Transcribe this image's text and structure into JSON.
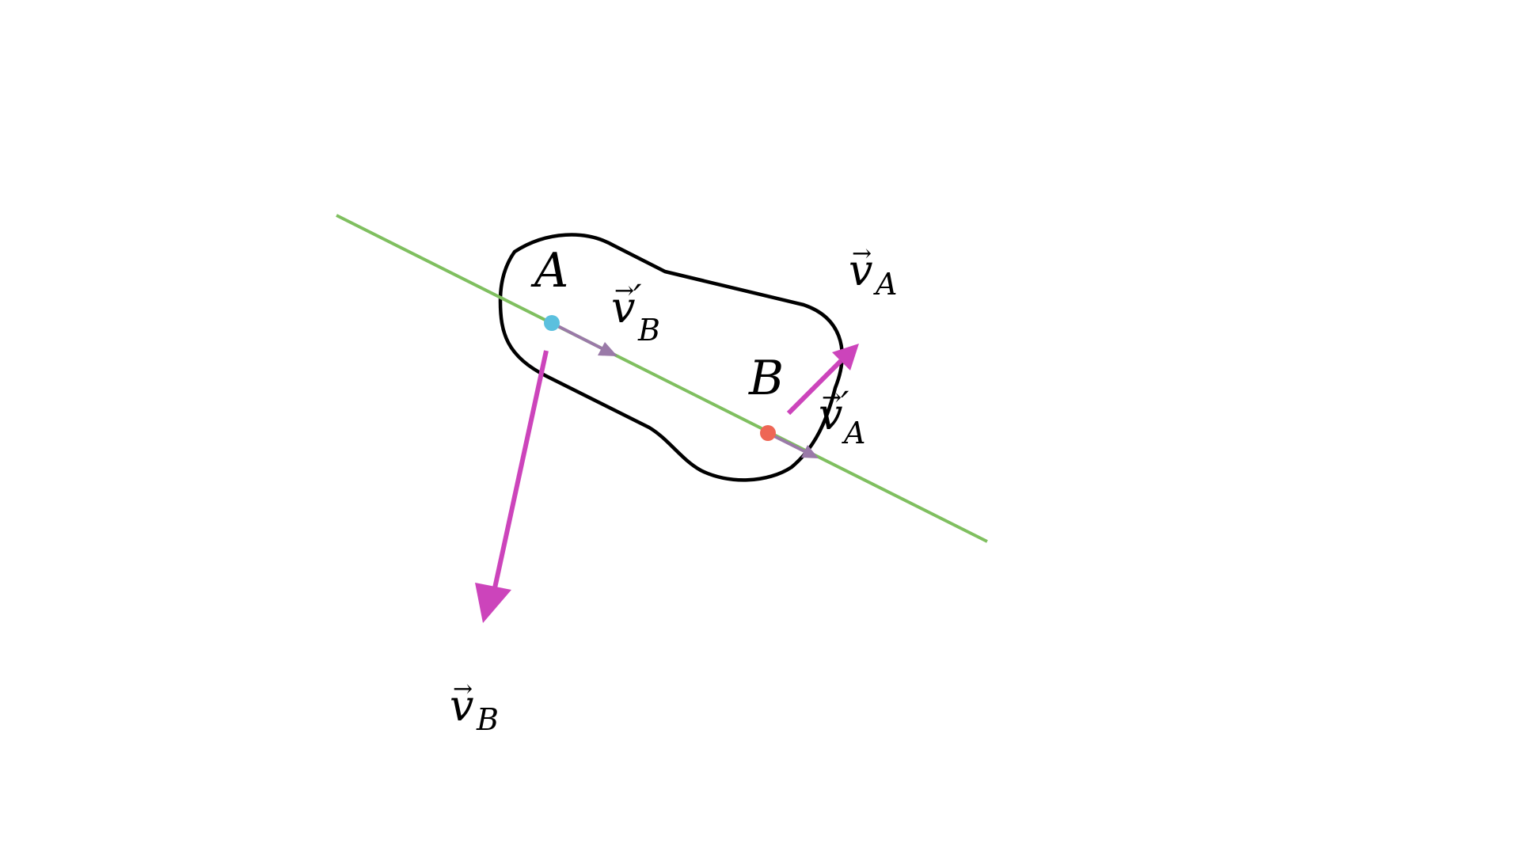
{
  "labels": {
    "point_a": "A",
    "point_b": "B",
    "v_a_base": "v",
    "v_a_sub": "A",
    "v_b_base": "v",
    "v_b_sub": "B",
    "v_a_prime_base": "v",
    "v_a_prime_mark": "′",
    "v_a_prime_sub": "A",
    "v_b_prime_base": "v",
    "v_b_prime_mark": "′",
    "v_b_prime_sub": "B",
    "vector_arrow": "→"
  },
  "colors": {
    "background": "#ffffff",
    "body_outline": "#000000",
    "line_ab": "#7fbf5f",
    "velocity_arrow": "#cc44bb",
    "projected_arrow": "#9a7aa8",
    "point_a": "#5bc0de",
    "point_b": "#ee6655"
  }
}
